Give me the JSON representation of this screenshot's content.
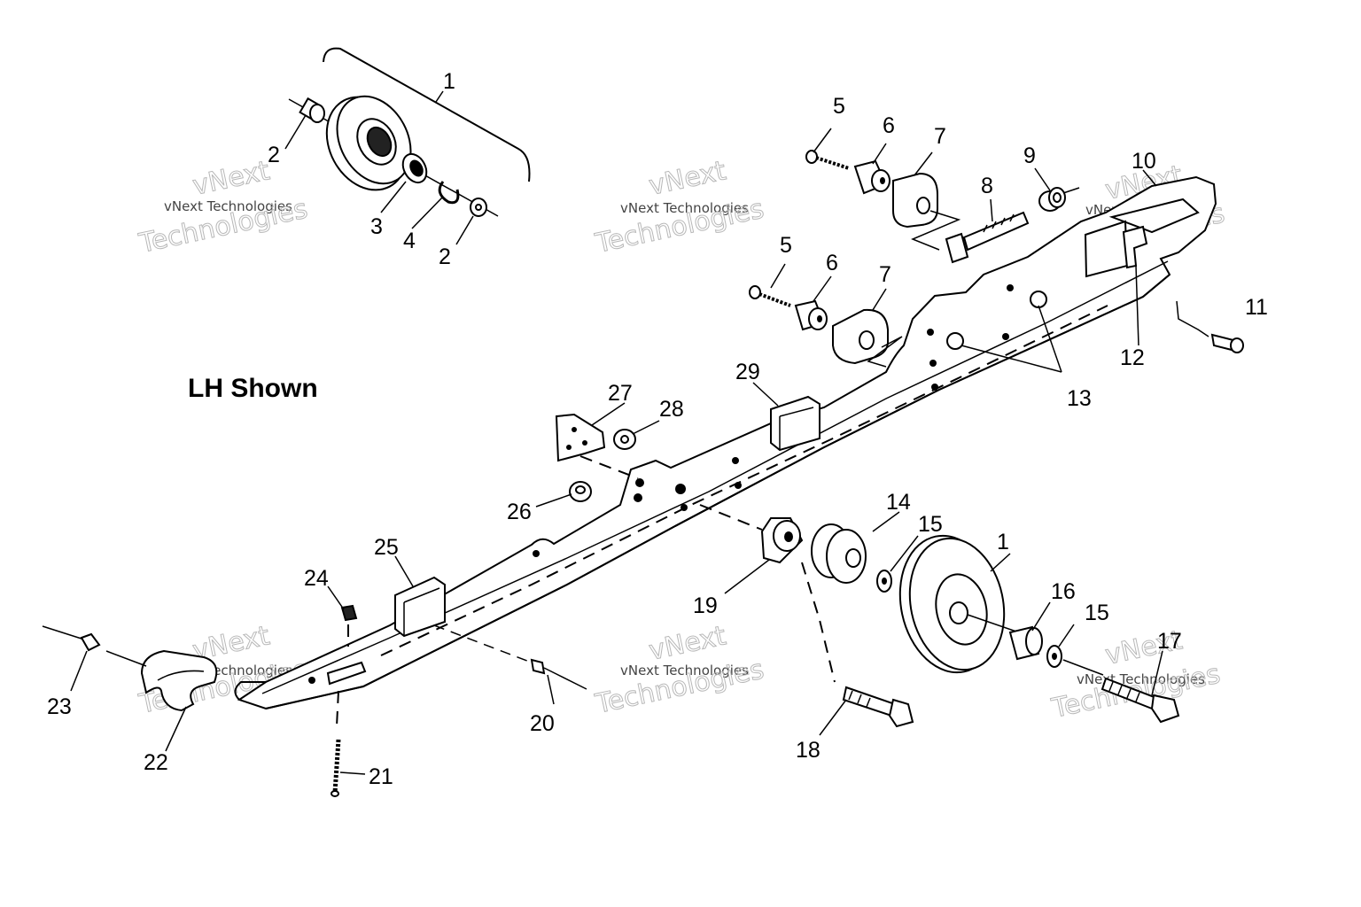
{
  "title": "LH Shown",
  "watermark": {
    "line1": "vNext Technologies",
    "line2": "vNext",
    "line3": "Technologies"
  },
  "callouts": [
    "1",
    "2",
    "3",
    "4",
    "2",
    "1",
    "5",
    "6",
    "7",
    "8",
    "9",
    "10",
    "5",
    "6",
    "7",
    "11",
    "12",
    "13",
    "14",
    "15",
    "16",
    "15",
    "17",
    "18",
    "19",
    "20",
    "21",
    "22",
    "23",
    "24",
    "25",
    "26",
    "27",
    "28",
    "29"
  ]
}
